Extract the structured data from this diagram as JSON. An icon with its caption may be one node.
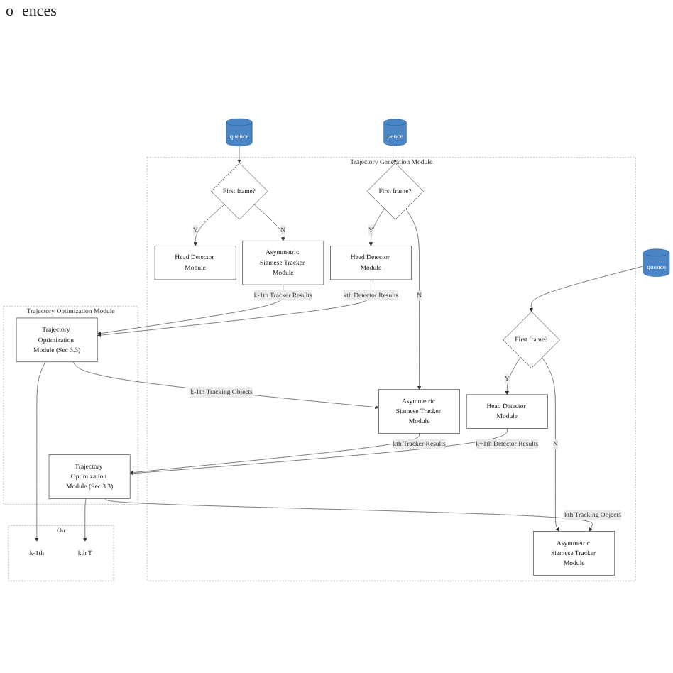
{
  "diagram": {
    "nodes": [
      {
        "text": [
          "quence"
        ]
      },
      {
        "text": [
          "uence"
        ]
      },
      {
        "text": [
          "quence"
        ]
      },
      {
        "text": [
          "Trajectory Generation Module"
        ]
      },
      {
        "text": [
          "First frame?"
        ],
        "in": 3
      },
      {
        "text": [
          "Head Detector Module"
        ],
        "in": 3
      },
      {
        "text": [
          "Asymmetric Siamese Tracker Module"
        ],
        "in": 3
      },
      {
        "text": [
          "First frame?"
        ],
        "in": 3
      },
      {
        "text": [
          "Head Detector Module"
        ],
        "in": 3
      },
      {
        "text": [
          "Asymmetric Siamese Tracker Module"
        ],
        "in": 3
      },
      {
        "text": [
          "First frame?"
        ],
        "in": 3
      },
      {
        "text": [
          "Head Detector Module"
        ],
        "in": 3
      },
      {
        "text": [
          "Asymmetric Siamese Tracker Module"
        ],
        "in": 3
      },
      {
        "text": [
          "Trajectory Optimization Module"
        ]
      },
      {
        "text": [
          "Trajectory Optimization Module (Sec 3.3)"
        ],
        "in": 13
      },
      {
        "text": [
          "Trajectory Optimization Module (Sec 3.3)"
        ],
        "in": 13
      },
      {
        "text": [
          "Ou"
        ]
      },
      {
        "text": [
          "k-1th"
        ],
        "in": 16
      },
      {
        "text": [
          "kth T"
        ],
        "in": 16
      }
    ],
    "edges": [
      {
        "from": 0,
        "to": 4,
        "arrow": "to"
      },
      {
        "from": 4,
        "to": 5,
        "arrow": "to",
        "label": "Y"
      },
      {
        "from": 4,
        "to": 6,
        "arrow": "to",
        "label": "N"
      },
      {
        "from": 1,
        "to": 7,
        "arrow": "to"
      },
      {
        "from": 7,
        "to": 8,
        "arrow": "to",
        "label": "Y"
      },
      {
        "from": 7,
        "to": 9,
        "arrow": "to",
        "label": "N"
      },
      {
        "from": 2,
        "to": 10,
        "arrow": "to"
      },
      {
        "from": 10,
        "to": 11,
        "arrow": "to",
        "label": "Y"
      },
      {
        "from": 10,
        "to": 12,
        "arrow": "to",
        "label": "N"
      },
      {
        "from": 6,
        "to": 14,
        "arrow": "to",
        "label": "k-1th Tracker Results"
      },
      {
        "from": 8,
        "to": 14,
        "arrow": "to",
        "label": "kth Detector Results"
      },
      {
        "from": 14,
        "to": 9,
        "arrow": "to",
        "label": "k-1th Tracking Objects"
      },
      {
        "from": 9,
        "to": 15,
        "arrow": "to",
        "label": "kth Tracker Results"
      },
      {
        "from": 11,
        "to": 15,
        "arrow": "to",
        "label": "k+1th Detector Results"
      },
      {
        "from": 15,
        "to": 12,
        "arrow": "to",
        "label": "kth Tracking Objects"
      },
      {
        "from": 14,
        "to": 17,
        "arrow": "to"
      },
      {
        "from": 15,
        "to": 18,
        "arrow": "to"
      }
    ],
    "labels": [
      "o",
      "ences"
    ]
  }
}
